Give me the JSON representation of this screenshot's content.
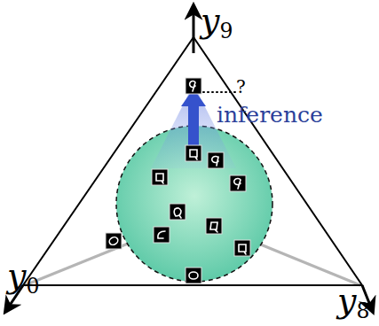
{
  "diagram": {
    "labels": [
      "y9",
      "y0",
      "y8",
      "inference",
      "?"
    ]
  }
}
